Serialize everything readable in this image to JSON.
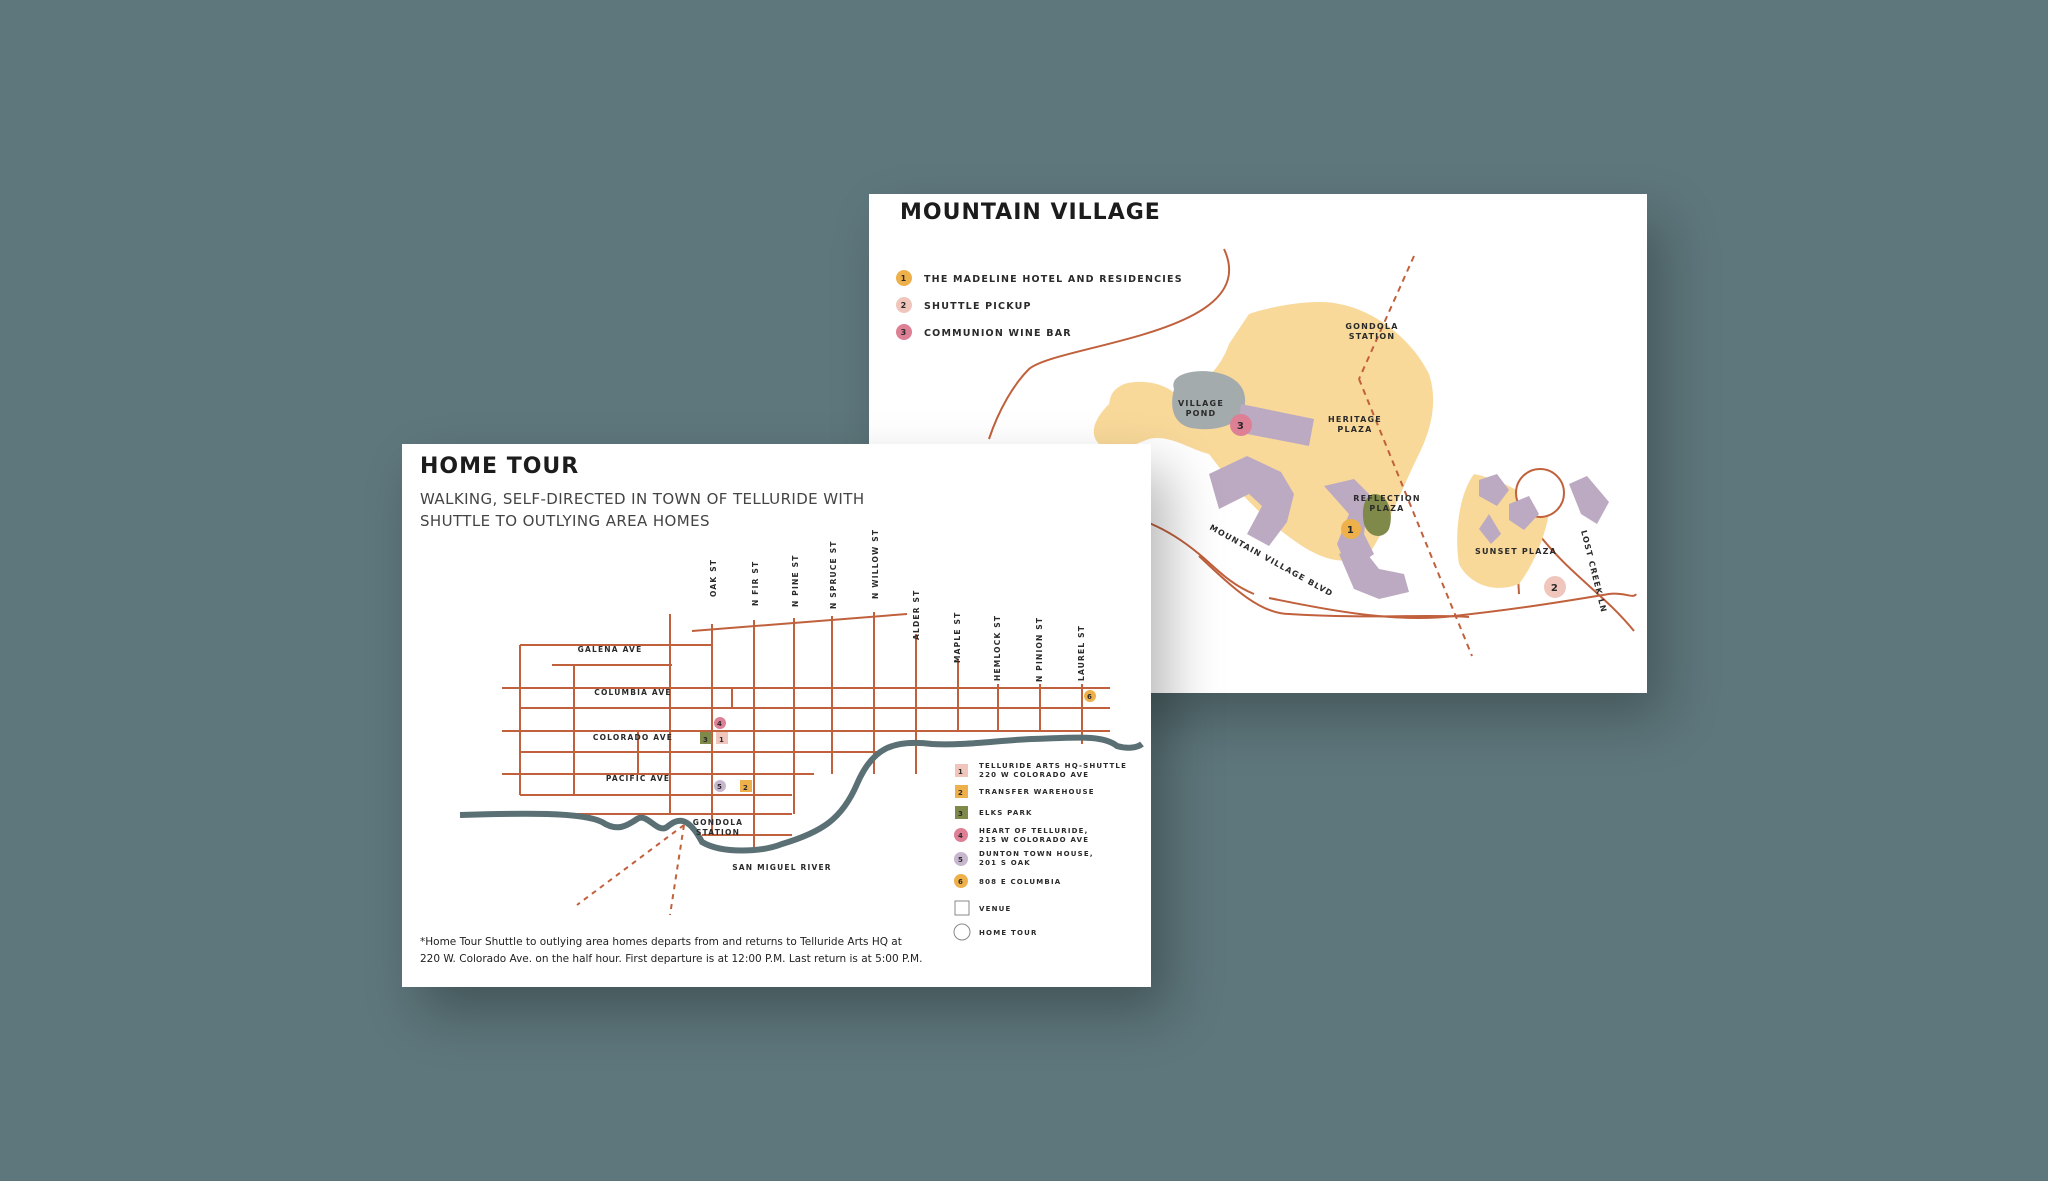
{
  "colors": {
    "background": "#5e777c",
    "street": "#c0603c",
    "river": "#5a7074",
    "plaza": "#f8d99a",
    "building": "#bcaac2",
    "pond": "#a3abad",
    "park": "#7f8a4a",
    "marker_orange": "#eeb04a",
    "marker_pink": "#f0c6bc",
    "marker_rose": "#dd7f95",
    "marker_lavender": "#c6b7cf",
    "marker_green": "#7f8a4a"
  },
  "mountain_village": {
    "title": "MOUNTAIN VILLAGE",
    "legend": [
      {
        "num": "1",
        "label": "THE MADELINE HOTEL AND RESIDENCIES",
        "color": "#eeb04a"
      },
      {
        "num": "2",
        "label": "SHUTTLE PICKUP",
        "color": "#f0c6bc"
      },
      {
        "num": "3",
        "label": "COMMUNION WINE BAR",
        "color": "#dd7f95"
      }
    ],
    "labels": {
      "gondola_station": [
        "GONDOLA",
        "STATION"
      ],
      "village_pond": [
        "VILLAGE",
        "POND"
      ],
      "heritage_plaza": [
        "HERITAGE",
        "PLAZA"
      ],
      "reflection_plaza": [
        "REFLECTION",
        "PLAZA"
      ],
      "sunset_plaza": "SUNSET PLAZA",
      "mountain_village_blvd": "MOUNTAIN VILLAGE BLVD",
      "lost_creek_ln": "LOST CREEK LN"
    },
    "markers": [
      {
        "num": "1",
        "icon": "madeline-hotel-marker"
      },
      {
        "num": "2",
        "icon": "shuttle-pickup-marker"
      },
      {
        "num": "3",
        "icon": "wine-bar-marker"
      }
    ]
  },
  "home_tour": {
    "title": "HOME TOUR",
    "subtitle_line1": "WALKING, SELF-DIRECTED IN TOWN OF TELLURIDE WITH",
    "subtitle_line2": "SHUTTLE TO OUTLYING AREA HOMES",
    "streets_ns": [
      "OAK ST",
      "N FIR ST",
      "N PINE ST",
      "N SPRUCE ST",
      "N WILLOW ST",
      "ALDER ST",
      "MAPLE ST",
      "HEMLOCK ST",
      "N PINION ST",
      "LAUREL ST"
    ],
    "streets_ew": [
      "GALENA AVE",
      "COLUMBIA AVE",
      "COLORADO AVE",
      "PACIFIC AVE"
    ],
    "gondola_station": [
      "GONDOLA",
      "STATION"
    ],
    "river_label": "SAN MIGUEL RIVER",
    "legend": [
      {
        "num": "1",
        "lines": [
          "TELLURIDE ARTS HQ-SHUTTLE",
          "220 W COLORADO AVE"
        ],
        "shape": "square",
        "color": "#f0c6bc"
      },
      {
        "num": "2",
        "lines": [
          "TRANSFER WAREHOUSE"
        ],
        "shape": "square",
        "color": "#eeb04a"
      },
      {
        "num": "3",
        "lines": [
          "ELKS PARK"
        ],
        "shape": "square",
        "color": "#7f8a4a"
      },
      {
        "num": "4",
        "lines": [
          "HEART OF TELLURIDE,",
          "215 W COLORADO AVE"
        ],
        "shape": "circle",
        "color": "#dd7f95"
      },
      {
        "num": "5",
        "lines": [
          "DUNTON TOWN HOUSE,",
          "201 S OAK"
        ],
        "shape": "circle",
        "color": "#c6b7cf"
      },
      {
        "num": "6",
        "lines": [
          "808 E COLUMBIA"
        ],
        "shape": "circle",
        "color": "#eeb04a"
      }
    ],
    "key": {
      "venue": "VENUE",
      "home_tour": "HOME TOUR"
    },
    "note_line1": "*Home Tour Shuttle to outlying area homes departs from and returns to Telluride Arts HQ at",
    "note_line2": "220 W. Colorado Ave. on the half hour. First departure is at 12:00 P.M. Last return is at 5:00 P.M."
  }
}
